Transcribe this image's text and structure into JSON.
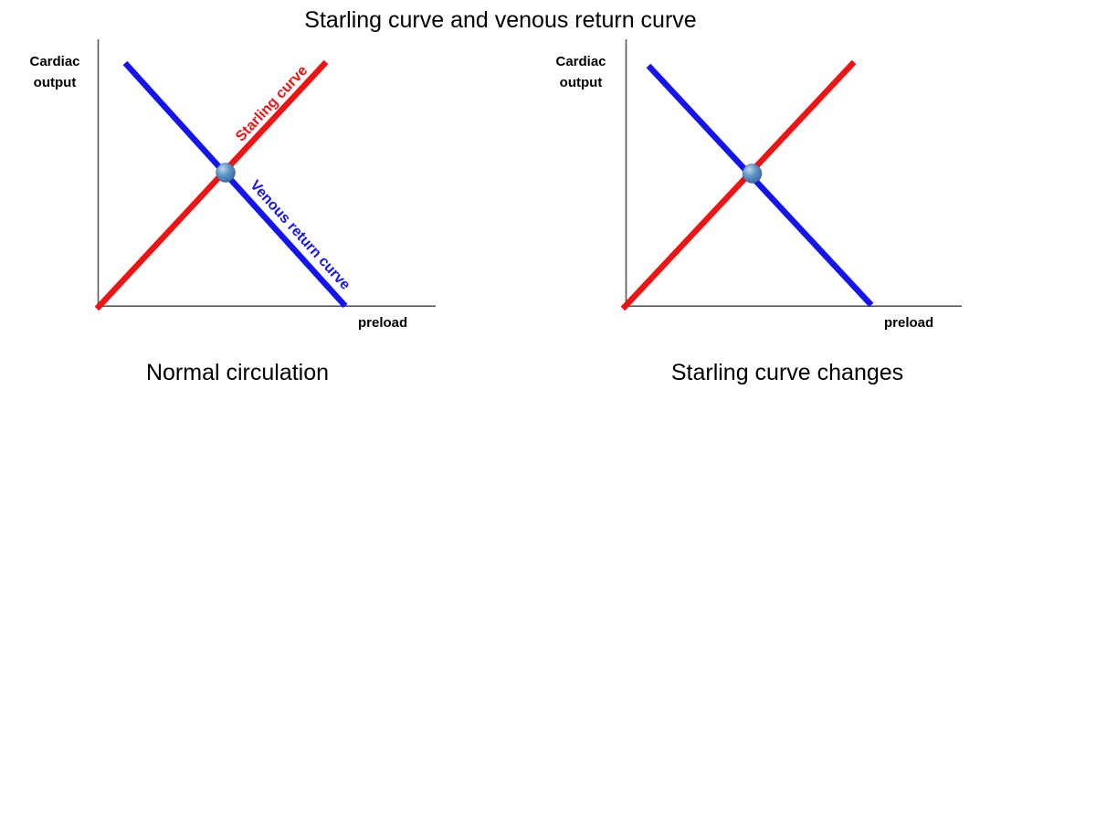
{
  "title": "Starling curve and venous return curve",
  "colors": {
    "starling_curve": "#ee1414",
    "venous_curve": "#1414ee",
    "axis": "#58585a",
    "dot_highlight": "#bdd7ee",
    "dot_mid": "#5e93c6",
    "dot_dark": "#34669c"
  },
  "panels": [
    {
      "caption": "Normal circulation",
      "y_axis_label": "Cardiac\noutput",
      "x_axis_label": "preload",
      "starling_label": "Starling curve",
      "venous_label": "Venous return curve",
      "lines": [
        {
          "name": "Starling curve",
          "color_key": "starling_curve",
          "direction": "rising from origin"
        },
        {
          "name": "Venous return curve",
          "color_key": "venous_curve",
          "direction": "falling to x-axis"
        }
      ],
      "intersection": "equilibrium point (blue sphere)"
    },
    {
      "caption": "Starling curve changes",
      "y_axis_label": "Cardiac\noutput",
      "x_axis_label": "preload",
      "lines": [
        {
          "name": "Starling curve",
          "color_key": "starling_curve",
          "direction": "rising from origin"
        },
        {
          "name": "Venous return curve",
          "color_key": "venous_curve",
          "direction": "falling to x-axis"
        }
      ],
      "intersection": "equilibrium point (blue sphere)"
    }
  ]
}
